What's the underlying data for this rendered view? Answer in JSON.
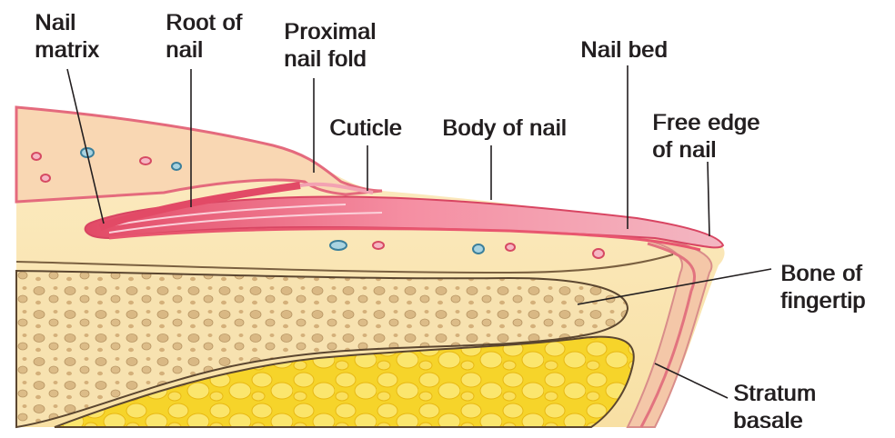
{
  "labels": {
    "nail_matrix": [
      "Nail",
      "matrix"
    ],
    "root_of_nail": [
      "Root of",
      "nail"
    ],
    "proximal_nail_fold": [
      "Proximal",
      "nail fold"
    ],
    "cuticle": "Cuticle",
    "body_of_nail": "Body of nail",
    "nail_bed": "Nail bed",
    "free_edge_of_nail": [
      "Free edge",
      "of nail"
    ],
    "bone_of_fingertip": [
      "Bone of",
      "fingertip"
    ],
    "stratum_basale": [
      "Stratum",
      "basale"
    ]
  },
  "colors": {
    "skin": "#fbe7b6",
    "dermis": "#f6dc95",
    "nail_red": "#e8566f",
    "nail_pink": "#f6a9b8",
    "bone": "#f4d9a0",
    "fat": "#f7d421",
    "line": "#4a3b2a"
  }
}
